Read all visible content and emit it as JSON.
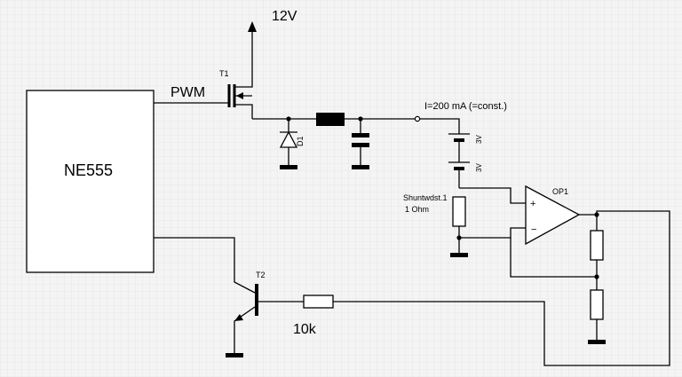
{
  "supply": {
    "label": "12V"
  },
  "ic": {
    "label": "NE555"
  },
  "pwm": {
    "label": "PWM"
  },
  "t1": {
    "label": "T1"
  },
  "t2": {
    "label": "T2"
  },
  "d1": {
    "label": "D1"
  },
  "current": {
    "label": "I=200 mA  (=const.)"
  },
  "battery": {
    "cell1": "3V",
    "cell2": "3V"
  },
  "shunt": {
    "name": "Shuntwdst.1",
    "value": "1 Ohm"
  },
  "opamp": {
    "label": "OP1",
    "plus": "+",
    "minus": "−"
  },
  "base_resistor": {
    "label": "10k"
  },
  "colors": {
    "background": "#f4f4f4",
    "grid": "#dcdcdc",
    "ink": "#000000"
  }
}
